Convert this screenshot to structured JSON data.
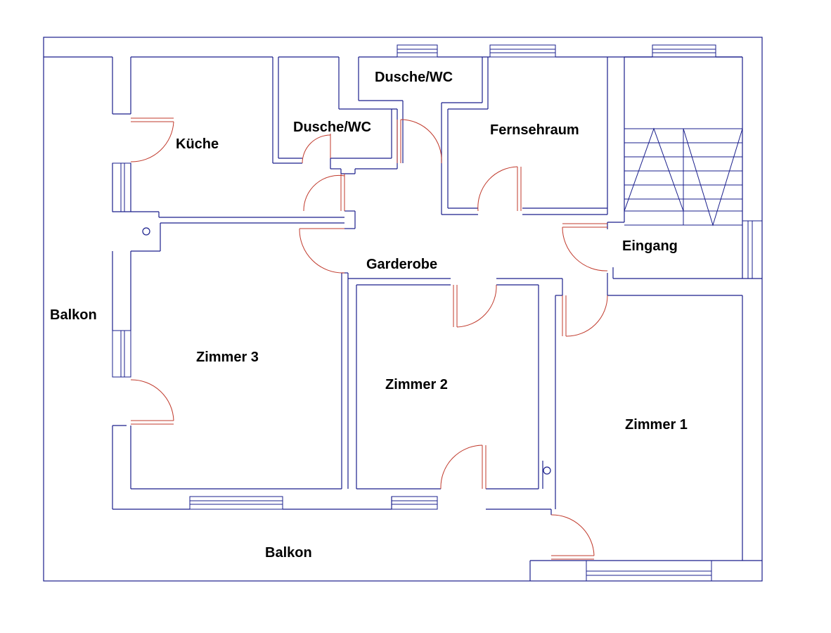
{
  "rooms": {
    "kueche": "Küche",
    "dusche_wc_1": "Dusche/WC",
    "dusche_wc_2": "Dusche/WC",
    "fernsehraum": "Fernsehraum",
    "eingang": "Eingang",
    "garderobe": "Garderobe",
    "zimmer_3": "Zimmer 3",
    "zimmer_2": "Zimmer 2",
    "zimmer_1": "Zimmer 1",
    "balkon_left": "Balkon",
    "balkon_bottom": "Balkon"
  },
  "colors": {
    "walls": "#1a1f8c",
    "doors": "#c0392b",
    "labels": "#000000"
  }
}
